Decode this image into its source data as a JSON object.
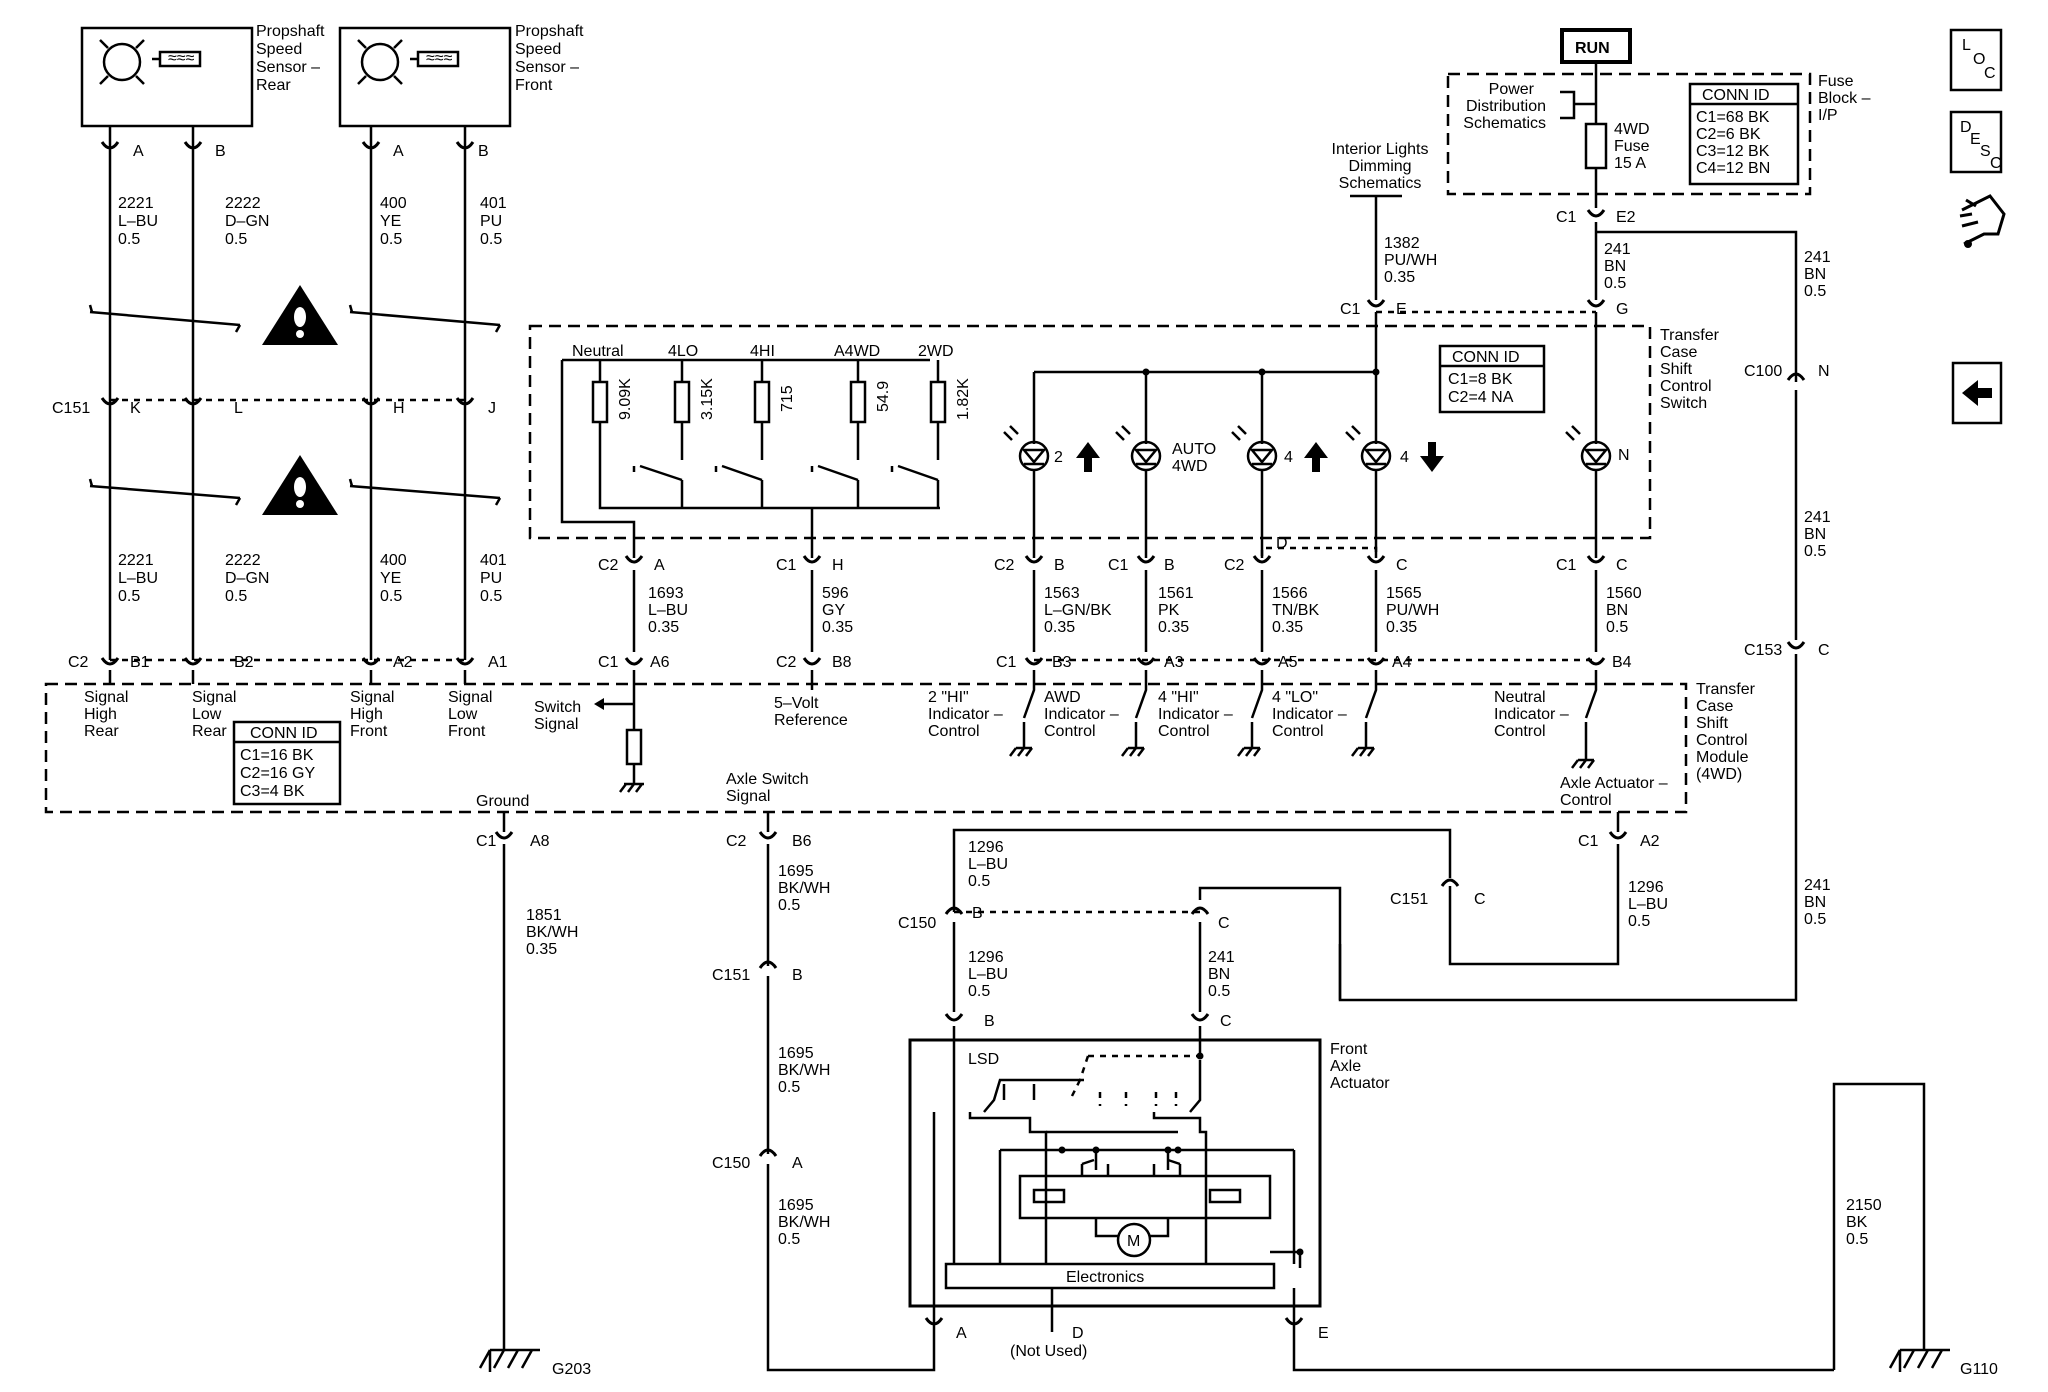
{
  "nav": {
    "loc": "LOC",
    "desc": "DESC",
    "back_icon": "back-arrow-icon",
    "repair_icon": "wrench-hand-icon"
  },
  "run": "RUN",
  "sensors": {
    "rear": [
      "Propshaft",
      "Speed",
      "Sensor –",
      "Rear"
    ],
    "front": [
      "Propshaft",
      "Speed",
      "Sensor –",
      "Front"
    ]
  },
  "pins": {
    "A": "A",
    "B": "B",
    "C": "C",
    "D": "D",
    "E": "E",
    "G": "G",
    "H": "H",
    "J": "J",
    "K": "K",
    "L": "L",
    "N": "N",
    "A1": "A1",
    "A2": "A2",
    "A3": "A3",
    "A4": "A4",
    "A5": "A5",
    "A6": "A6",
    "A8": "A8",
    "B1": "B1",
    "B2": "B2",
    "B3": "B3",
    "B4": "B4",
    "B6": "B6",
    "B8": "B8",
    "E2": "E2"
  },
  "conn": {
    "C1": "C1",
    "C2": "C2",
    "C100": "C100",
    "C150": "C150",
    "C151": "C151",
    "C153": "C153"
  },
  "wires": {
    "w2221": [
      "2221",
      "L–BU",
      "0.5"
    ],
    "w2222": [
      "2222",
      "D–GN",
      "0.5"
    ],
    "w400": [
      "400",
      "YE",
      "0.5"
    ],
    "w401": [
      "401",
      "PU",
      "0.5"
    ],
    "w1382": [
      "1382",
      "PU/WH",
      "0.35"
    ],
    "w241": [
      "241",
      "BN",
      "0.5"
    ],
    "w1693": [
      "1693",
      "L–BU",
      "0.35"
    ],
    "w596": [
      "596",
      "GY",
      "0.35"
    ],
    "w1563": [
      "1563",
      "L–GN/BK",
      "0.35"
    ],
    "w1561": [
      "1561",
      "PK",
      "0.35"
    ],
    "w1566": [
      "1566",
      "TN/BK",
      "0.35"
    ],
    "w1565": [
      "1565",
      "PU/WH",
      "0.35"
    ],
    "w1560": [
      "1560",
      "BN",
      "0.5"
    ],
    "w1851": [
      "1851",
      "BK/WH",
      "0.35"
    ],
    "w1695": [
      "1695",
      "BK/WH",
      "0.5"
    ],
    "w1296": [
      "1296",
      "L–BU",
      "0.5"
    ],
    "w2150": [
      "2150",
      "BK",
      "0.5"
    ]
  },
  "fuse_block": {
    "power": [
      "Power",
      "Distribution",
      "Schematics"
    ],
    "fuse": [
      "4WD",
      "Fuse",
      "15 A"
    ],
    "title": [
      "Fuse",
      "Block –",
      "I/P"
    ],
    "conn_id_title": "CONN ID",
    "conn_id": [
      "C1=68 BK",
      "C2=6 BK",
      "C3=12 BK",
      "C4=12 BN"
    ]
  },
  "interior_lights": [
    "Interior Lights",
    "Dimming",
    "Schematics"
  ],
  "switch": {
    "positions": [
      "Neutral",
      "4LO",
      "4HI",
      "A4WD",
      "2WD"
    ],
    "resistors": [
      "9.09K",
      "3.15K",
      "715",
      "54.9",
      "1.82K"
    ],
    "title": [
      "Transfer",
      "Case",
      "Shift",
      "Control",
      "Switch"
    ],
    "conn_id_title": "CONN ID",
    "conn_id": [
      "C1=8 BK",
      "C2=4 NA"
    ],
    "leds": [
      "2",
      "AUTO",
      "4WD",
      "4",
      "4",
      "N"
    ]
  },
  "module": {
    "inputs": [
      [
        "Signal",
        "High",
        "Rear"
      ],
      [
        "Signal",
        "Low",
        "Rear"
      ],
      [
        "Signal",
        "High",
        "Front"
      ],
      [
        "Signal",
        "Low",
        "Front"
      ]
    ],
    "conn_id_title": "CONN ID",
    "conn_id": [
      "C1=16 BK",
      "C2=16 GY",
      "C3=4 BK"
    ],
    "switch_signal": [
      "Switch",
      "Signal"
    ],
    "five_volt": [
      "5–Volt",
      "Reference"
    ],
    "indicators": [
      [
        "2 \"HI\"",
        "Indicator –",
        "Control"
      ],
      [
        "AWD",
        "Indicator –",
        "Control"
      ],
      [
        "4 \"HI\"",
        "Indicator –",
        "Control"
      ],
      [
        "4 \"LO\"",
        "Indicator –",
        "Control"
      ],
      [
        "Neutral",
        "Indicator –",
        "Control"
      ]
    ],
    "title": [
      "Transfer",
      "Case",
      "Shift",
      "Control",
      "Module",
      "(4WD)"
    ],
    "ground": "Ground",
    "axle_switch": [
      "Axle Switch",
      "Signal"
    ],
    "axle_actuator": [
      "Axle Actuator –",
      "Control"
    ]
  },
  "actuator": {
    "title": [
      "Front",
      "Axle",
      "Actuator"
    ],
    "lsd": "LSD",
    "motor": "M",
    "electronics": "Electronics",
    "not_used": "(Not Used)"
  },
  "grounds": {
    "g203": "G203",
    "g110": "G110"
  }
}
